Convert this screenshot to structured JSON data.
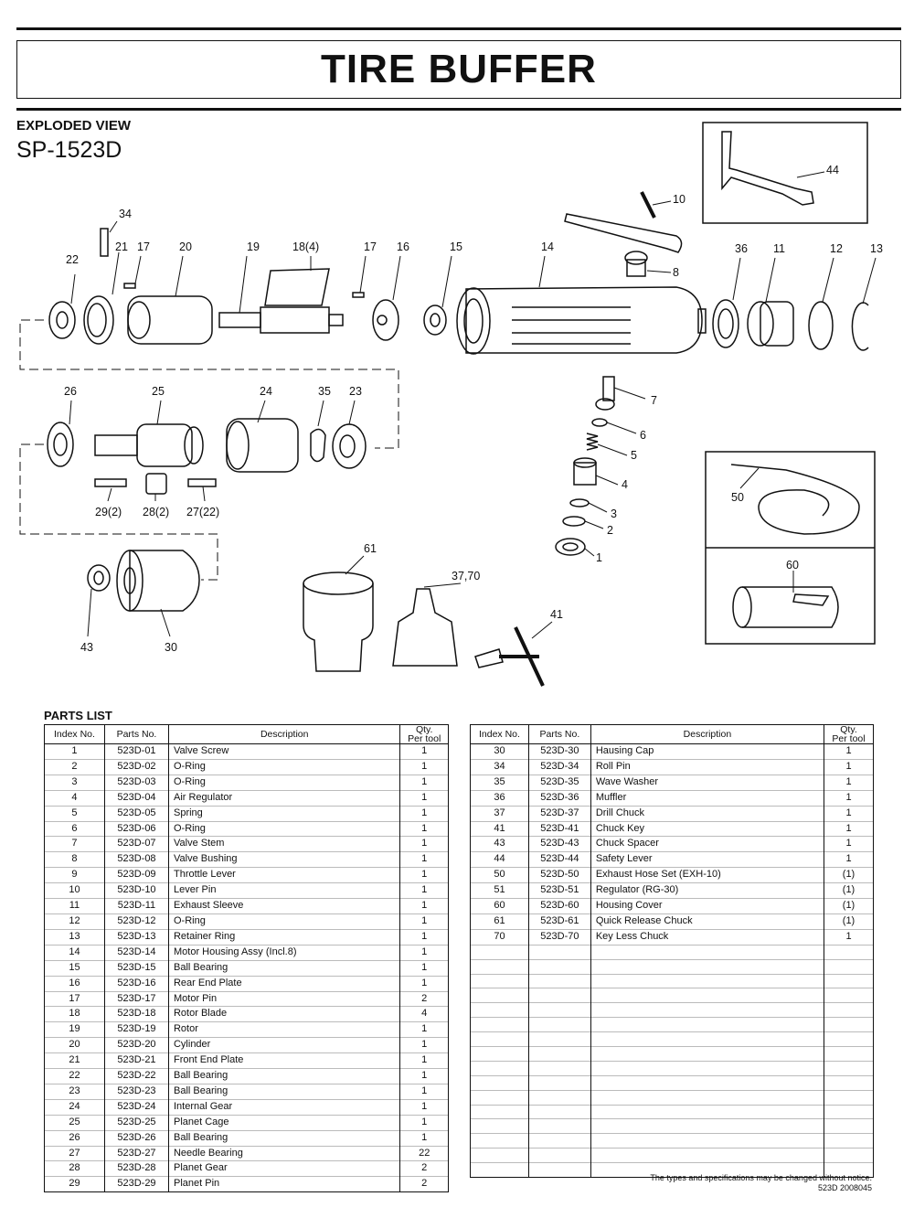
{
  "title": "TIRE BUFFER",
  "subhead": "EXPLODED VIEW",
  "model": "SP-1523D",
  "callouts": {
    "c1": "1",
    "c2": "2",
    "c3": "3",
    "c4": "4",
    "c5": "5",
    "c6": "6",
    "c7": "7",
    "c8": "8",
    "c10": "10",
    "c11": "11",
    "c12": "12",
    "c13": "13",
    "c14": "14",
    "c15": "15",
    "c16": "16",
    "c17a": "17",
    "c17b": "17",
    "c18": "18(4)",
    "c19": "19",
    "c20": "20",
    "c21": "21",
    "c22": "22",
    "c23": "23",
    "c24": "24",
    "c25": "25",
    "c26": "26",
    "c27": "27(22)",
    "c28": "28(2)",
    "c29": "29(2)",
    "c30": "30",
    "c34": "34",
    "c35": "35",
    "c36": "36",
    "c3770": "37,70",
    "c41": "41",
    "c43": "43",
    "c44": "44",
    "c50": "50",
    "c60": "60",
    "c61": "61"
  },
  "parts_list": {
    "heading": "PARTS LIST",
    "headers": {
      "index": "Index No.",
      "parts": "Parts No.",
      "desc": "Description",
      "qty1": "Qty.",
      "qty2": "Per tool"
    },
    "left": [
      {
        "idx": "1",
        "no": "523D-01",
        "desc": "Valve Screw",
        "qty": "1"
      },
      {
        "idx": "2",
        "no": "523D-02",
        "desc": "O-Ring",
        "qty": "1"
      },
      {
        "idx": "3",
        "no": "523D-03",
        "desc": "O-Ring",
        "qty": "1"
      },
      {
        "idx": "4",
        "no": "523D-04",
        "desc": "Air Regulator",
        "qty": "1"
      },
      {
        "idx": "5",
        "no": "523D-05",
        "desc": "Spring",
        "qty": "1"
      },
      {
        "idx": "6",
        "no": "523D-06",
        "desc": "O-Ring",
        "qty": "1"
      },
      {
        "idx": "7",
        "no": "523D-07",
        "desc": "Valve Stem",
        "qty": "1"
      },
      {
        "idx": "8",
        "no": "523D-08",
        "desc": "Valve Bushing",
        "qty": "1"
      },
      {
        "idx": "9",
        "no": "523D-09",
        "desc": "Throttle Lever",
        "qty": "1"
      },
      {
        "idx": "10",
        "no": "523D-10",
        "desc": "Lever Pin",
        "qty": "1"
      },
      {
        "idx": "11",
        "no": "523D-11",
        "desc": "Exhaust Sleeve",
        "qty": "1"
      },
      {
        "idx": "12",
        "no": "523D-12",
        "desc": "O-Ring",
        "qty": "1"
      },
      {
        "idx": "13",
        "no": "523D-13",
        "desc": "Retainer Ring",
        "qty": "1"
      },
      {
        "idx": "14",
        "no": "523D-14",
        "desc": "Motor Housing Assy (Incl.8)",
        "qty": "1"
      },
      {
        "idx": "15",
        "no": "523D-15",
        "desc": "Ball Bearing",
        "qty": "1"
      },
      {
        "idx": "16",
        "no": "523D-16",
        "desc": "Rear End Plate",
        "qty": "1"
      },
      {
        "idx": "17",
        "no": "523D-17",
        "desc": "Motor Pin",
        "qty": "2"
      },
      {
        "idx": "18",
        "no": "523D-18",
        "desc": "Rotor Blade",
        "qty": "4"
      },
      {
        "idx": "19",
        "no": "523D-19",
        "desc": "Rotor",
        "qty": "1"
      },
      {
        "idx": "20",
        "no": "523D-20",
        "desc": "Cylinder",
        "qty": "1"
      },
      {
        "idx": "21",
        "no": "523D-21",
        "desc": "Front End Plate",
        "qty": "1"
      },
      {
        "idx": "22",
        "no": "523D-22",
        "desc": "Ball Bearing",
        "qty": "1"
      },
      {
        "idx": "23",
        "no": "523D-23",
        "desc": "Ball Bearing",
        "qty": "1"
      },
      {
        "idx": "24",
        "no": "523D-24",
        "desc": "Internal Gear",
        "qty": "1"
      },
      {
        "idx": "25",
        "no": "523D-25",
        "desc": "Planet Cage",
        "qty": "1"
      },
      {
        "idx": "26",
        "no": "523D-26",
        "desc": "Ball Bearing",
        "qty": "1"
      },
      {
        "idx": "27",
        "no": "523D-27",
        "desc": "Needle Bearing",
        "qty": "22"
      },
      {
        "idx": "28",
        "no": "523D-28",
        "desc": "Planet Gear",
        "qty": "2"
      },
      {
        "idx": "29",
        "no": "523D-29",
        "desc": "Planet Pin",
        "qty": "2"
      }
    ],
    "right": [
      {
        "idx": "30",
        "no": "523D-30",
        "desc": "Hausing Cap",
        "qty": "1"
      },
      {
        "idx": "34",
        "no": "523D-34",
        "desc": "Roll Pin",
        "qty": "1"
      },
      {
        "idx": "35",
        "no": "523D-35",
        "desc": "Wave Washer",
        "qty": "1"
      },
      {
        "idx": "36",
        "no": "523D-36",
        "desc": "Muffler",
        "qty": "1"
      },
      {
        "idx": "37",
        "no": "523D-37",
        "desc": "Drill Chuck",
        "qty": "1"
      },
      {
        "idx": "41",
        "no": "523D-41",
        "desc": "Chuck Key",
        "qty": "1"
      },
      {
        "idx": "43",
        "no": "523D-43",
        "desc": "Chuck Spacer",
        "qty": "1"
      },
      {
        "idx": "44",
        "no": "523D-44",
        "desc": "Safety Lever",
        "qty": "1"
      },
      {
        "idx": "50",
        "no": "523D-50",
        "desc": "Exhaust Hose Set (EXH-10)",
        "qty": "(1)"
      },
      {
        "idx": "51",
        "no": "523D-51",
        "desc": "Regulator (RG-30)",
        "qty": "(1)"
      },
      {
        "idx": "60",
        "no": "523D-60",
        "desc": "Housing Cover",
        "qty": "(1)"
      },
      {
        "idx": "61",
        "no": "523D-61",
        "desc": "Quick Release Chuck",
        "qty": "(1)"
      },
      {
        "idx": "70",
        "no": "523D-70",
        "desc": "Key Less Chuck",
        "qty": "1"
      },
      {
        "idx": "",
        "no": "",
        "desc": "",
        "qty": ""
      },
      {
        "idx": "",
        "no": "",
        "desc": "",
        "qty": ""
      },
      {
        "idx": "",
        "no": "",
        "desc": "",
        "qty": ""
      },
      {
        "idx": "",
        "no": "",
        "desc": "",
        "qty": ""
      },
      {
        "idx": "",
        "no": "",
        "desc": "",
        "qty": ""
      },
      {
        "idx": "",
        "no": "",
        "desc": "",
        "qty": ""
      },
      {
        "idx": "",
        "no": "",
        "desc": "",
        "qty": ""
      },
      {
        "idx": "",
        "no": "",
        "desc": "",
        "qty": ""
      },
      {
        "idx": "",
        "no": "",
        "desc": "",
        "qty": ""
      },
      {
        "idx": "",
        "no": "",
        "desc": "",
        "qty": ""
      },
      {
        "idx": "",
        "no": "",
        "desc": "",
        "qty": ""
      },
      {
        "idx": "",
        "no": "",
        "desc": "",
        "qty": ""
      },
      {
        "idx": "",
        "no": "",
        "desc": "",
        "qty": ""
      },
      {
        "idx": "",
        "no": "",
        "desc": "",
        "qty": ""
      },
      {
        "idx": "",
        "no": "",
        "desc": "",
        "qty": ""
      },
      {
        "idx": "",
        "no": "",
        "desc": "",
        "qty": ""
      }
    ]
  },
  "footer": {
    "note": "The types and specifications may be changed without notice.",
    "code": "523D 2008045"
  }
}
